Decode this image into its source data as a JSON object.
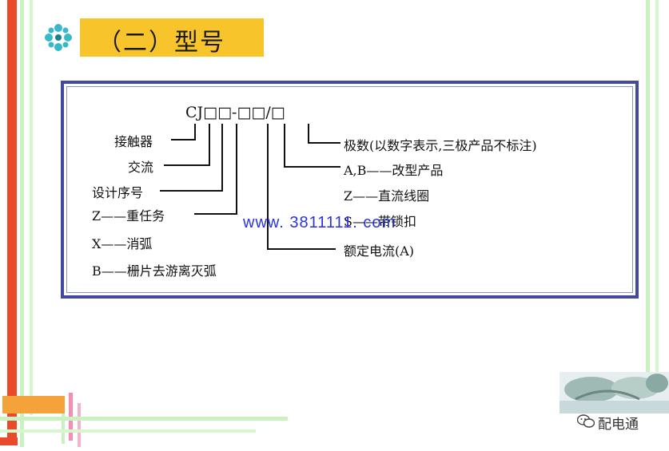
{
  "slide": {
    "title": "（二）型号"
  },
  "model_code": {
    "text": "CJ□□-□□/□"
  },
  "left_labels": [
    "接触器",
    "交流",
    "设计序号",
    "Z——重任务",
    "X——消弧",
    "B——栅片去游离灭弧"
  ],
  "right_labels": [
    "极数(以数字表示,三极产品不标注)",
    "A,B——改型产品",
    "Z——直流线圈",
    "S——带锁扣",
    "额定电流(A)"
  ],
  "watermark": "www. 3811111. com",
  "brand": {
    "name": "配电通",
    "icon": "wechat-icon"
  },
  "colors": {
    "title_bg": "#f7c52b",
    "frame_border": "#434a9e",
    "stripe_green": "#c9f2c0",
    "stripe_red": "#ea4a2a",
    "stripe_pink": "#f28fb3"
  }
}
